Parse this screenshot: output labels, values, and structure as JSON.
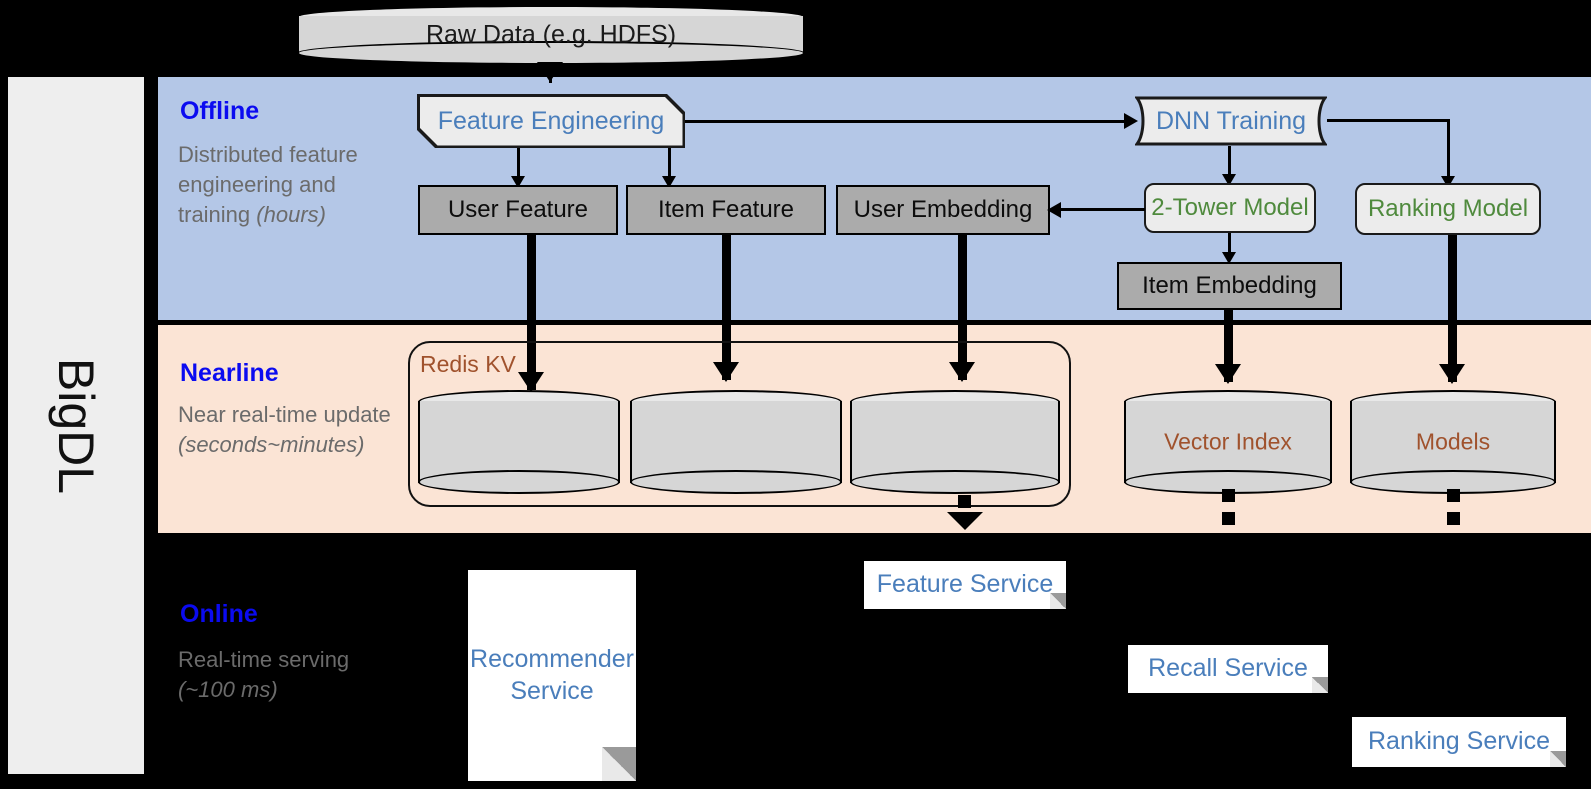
{
  "sidebar": {
    "label": "BigDL"
  },
  "source": {
    "label": "Raw Data (e.g. HDFS)"
  },
  "bands": {
    "offline": {
      "title": "Offline",
      "subtitle_main": "Distributed feature engineering and training ",
      "subtitle_italic": "(hours)"
    },
    "nearline": {
      "title": "Nearline",
      "subtitle_main": "Near real-time update ",
      "subtitle_italic": "(seconds~minutes)"
    },
    "online": {
      "title": "Online",
      "subtitle_main": "Real-time serving ",
      "subtitle_italic": "(~100 ms)"
    }
  },
  "offline_nodes": {
    "feature_engineering": "Feature Engineering",
    "dnn_training": "DNN Training",
    "user_feature": "User Feature",
    "item_feature": "Item Feature",
    "user_embedding": "User Embedding",
    "two_tower_model": "2-Tower Model",
    "ranking_model": "Ranking Model",
    "item_embedding": "Item Embedding"
  },
  "nearline_nodes": {
    "redis_kv": "Redis KV",
    "store_1": "",
    "store_2": "",
    "store_3": "",
    "vector_index": "Vector Index",
    "models": "Models"
  },
  "online_nodes": {
    "recommender_service": "Recommender Service",
    "feature_service": "Feature Service",
    "recall_service": "Recall Service",
    "ranking_service": "Ranking Service"
  },
  "colors": {
    "offline_band": "#b4c7e7",
    "nearline_band": "#fbe4d5",
    "online_band": "#000000",
    "band_title": "#0b0bf0",
    "band_subtitle": "#6b6b6b",
    "process_text": "#4a7ebb",
    "model_text": "#4f8a3d",
    "store_text": "#a0522d",
    "data_box_fill": "#ababab",
    "process_box_fill": "#ececec",
    "sidebar_fill": "#eeeeee"
  }
}
